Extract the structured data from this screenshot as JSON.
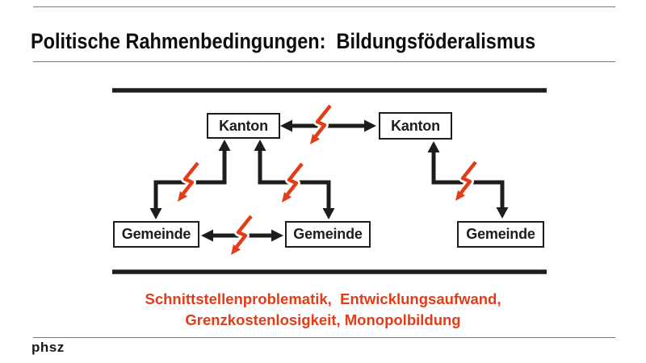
{
  "slide": {
    "title": "Politische Rahmenbedingungen:  Bildungsföderalismus",
    "footer_logo": "phsz"
  },
  "diagram": {
    "nodes": {
      "kanton_left": "Kanton",
      "kanton_right": "Kanton",
      "gemeinde_left": "Gemeinde",
      "gemeinde_middle": "Gemeinde",
      "gemeinde_right": "Gemeinde"
    },
    "caption": {
      "line1": "Schnittstellenproblematik,  Entwicklungsaufwand,",
      "line2": "Grenzkostenlosigkeit, Monopolbildung"
    },
    "connector_break_symbol": "lightning-bolt-icon",
    "colors": {
      "accent_red": "#e23c18",
      "diagram_black": "#1d1d1b",
      "divider_gray": "#7a7a7a"
    }
  }
}
